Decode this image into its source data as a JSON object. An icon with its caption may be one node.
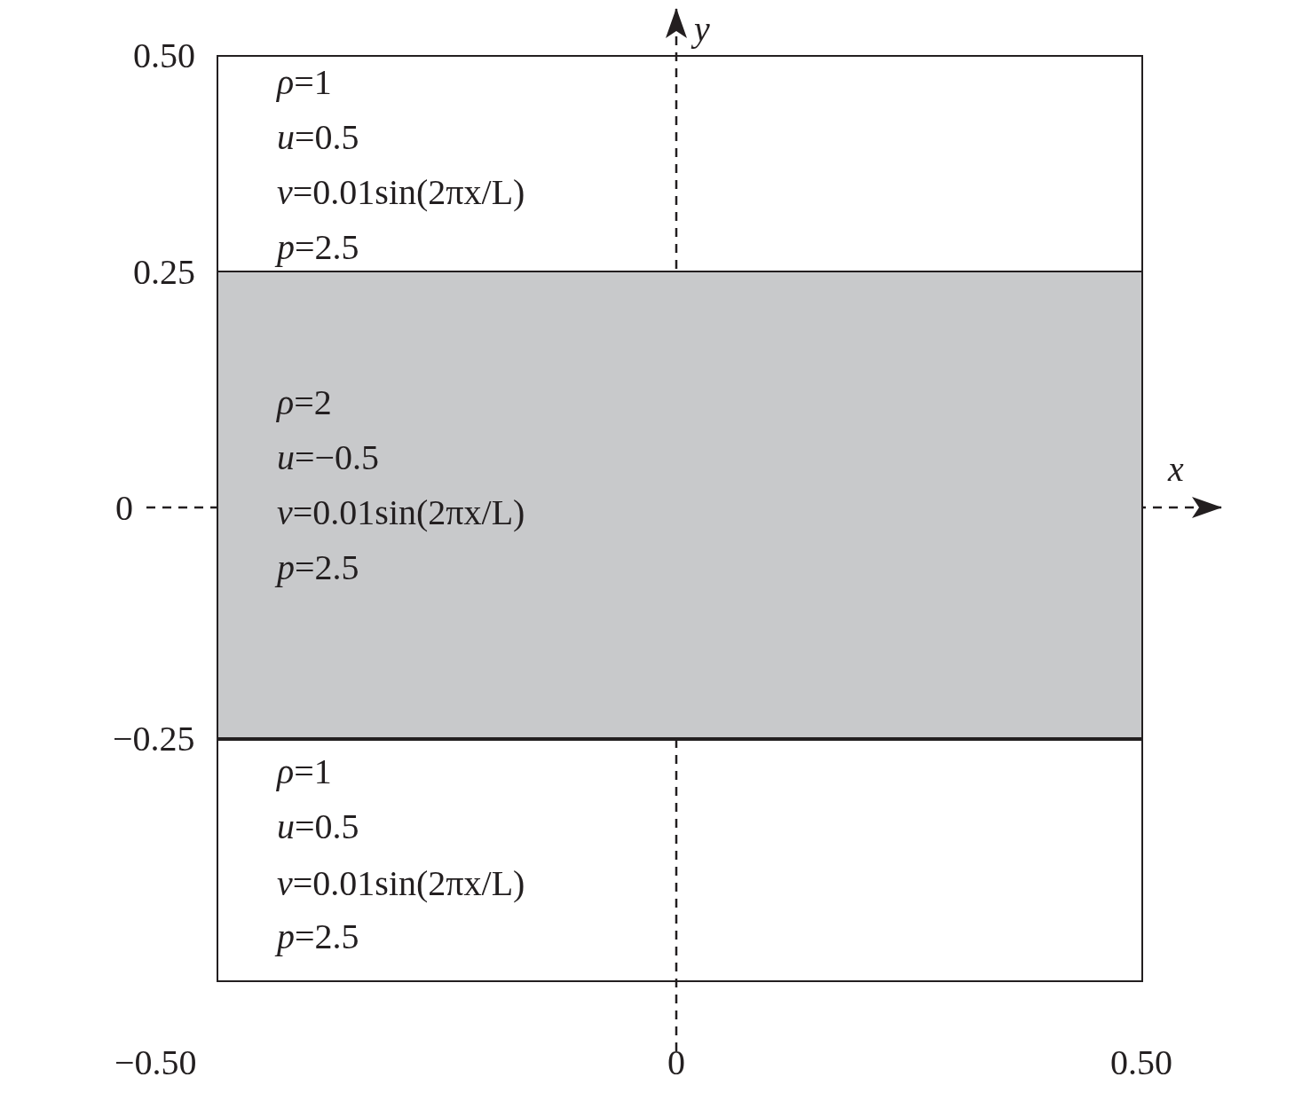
{
  "diagram": {
    "nodes": [
      {
        "text": [
          "*ρ*=1",
          "*u*=0.5",
          "*v*=0.01sin(2πx/L)",
          "*p*=2.5"
        ]
      },
      {
        "text": [
          "*ρ*=2",
          "*u*=−0.5",
          "*v*=0.01sin(2πx/L)",
          "*p*=2.5"
        ]
      },
      {
        "text": [
          "*ρ*=1",
          "*u*=0.5",
          "*v*=0.01sin(2πx/L)",
          "*p*=2.5"
        ]
      }
    ],
    "edges": [],
    "labels": [
      "*y*",
      "0.50",
      "0.25",
      "*x*",
      "0",
      "−0.25",
      "−0.50",
      "0",
      "0.50"
    ]
  }
}
